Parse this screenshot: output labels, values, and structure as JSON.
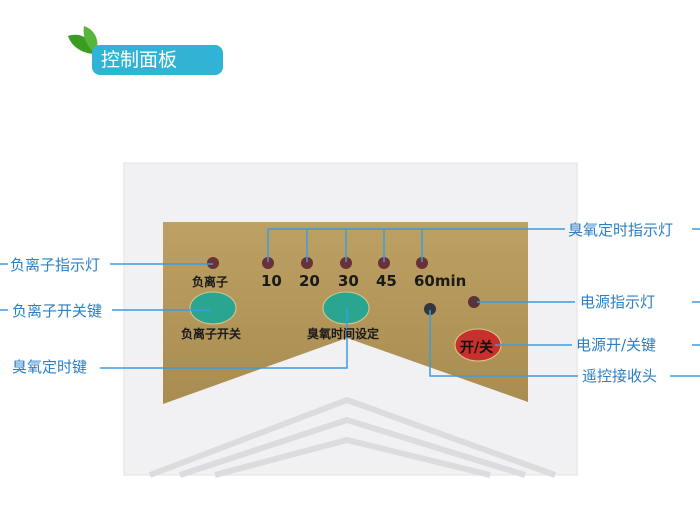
{
  "header": {
    "title": "控制面板"
  },
  "panel": {
    "anion_label": "负离子",
    "timer_values": [
      "10",
      "20",
      "30",
      "45",
      "60min"
    ],
    "anion_switch_label": "负离子开关",
    "ozone_timer_label": "臭氧时间设定",
    "power_button_label": "开/关"
  },
  "callouts": {
    "anion_indicator": "负离子指示灯",
    "anion_switch_key": "负离子开关键",
    "ozone_timer_key": "臭氧定时键",
    "ozone_timer_indicator": "臭氧定时指示灯",
    "power_indicator": "电源指示灯",
    "power_key": "电源开/关键",
    "remote_receiver": "遥控接收头"
  },
  "colors": {
    "accent": "#31b3d6",
    "callout": "#3d9be0",
    "panel_gold": "#b4975a",
    "power_button": "#c9302c",
    "green_button": "#2aa58f"
  }
}
